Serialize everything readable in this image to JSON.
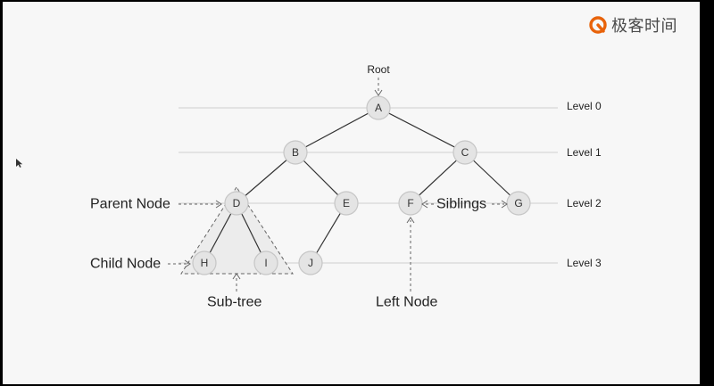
{
  "brand": {
    "text": "极客时间",
    "accent_color": "#e8630a"
  },
  "tree": {
    "root_label": "Root",
    "levels": [
      "Level 0",
      "Level 1",
      "Level 2",
      "Level 3"
    ],
    "nodes": {
      "A": "A",
      "B": "B",
      "C": "C",
      "D": "D",
      "E": "E",
      "F": "F",
      "G": "G",
      "H": "H",
      "I": "I",
      "J": "J"
    },
    "annotations": {
      "parent_node": "Parent Node",
      "child_node": "Child Node",
      "sub_tree": "Sub-tree",
      "siblings": "Siblings",
      "left_node": "Left Node"
    }
  },
  "icons": [
    "brand-logo-icon",
    "mouse-cursor-icon"
  ]
}
